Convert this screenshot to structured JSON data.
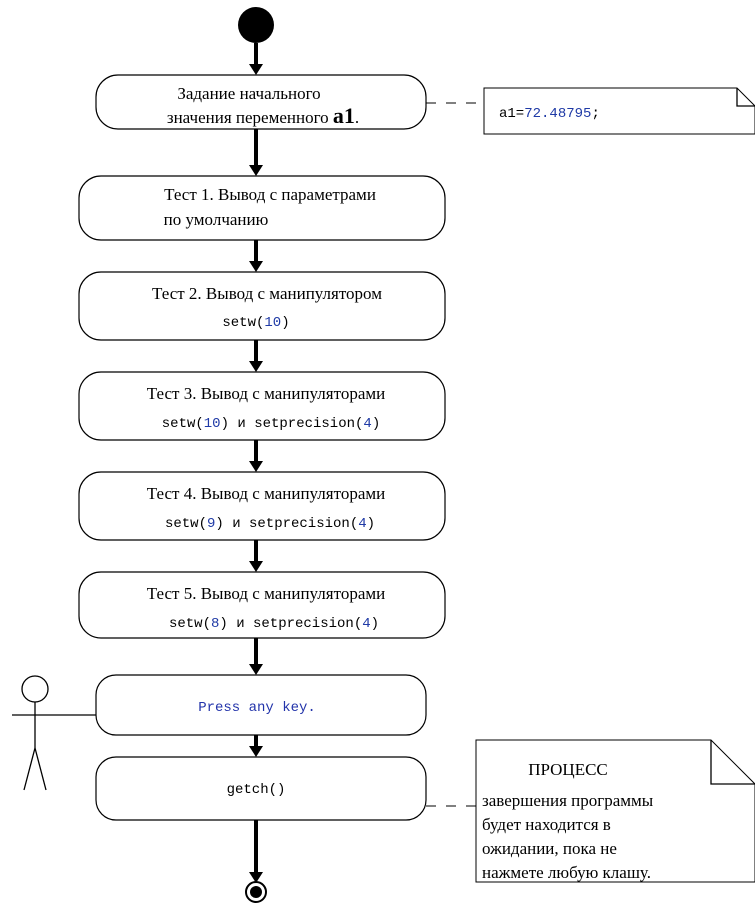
{
  "nodes": {
    "init": {
      "line1": "Задание начального",
      "line2_text": "значения переменного ",
      "line2_var": "a1",
      "line2_end": "."
    },
    "test1": {
      "line1": "Тест 1. Вывод с параметрами",
      "line2": "по умолчанию"
    },
    "test2": {
      "line1": "Тест 2. Вывод с манипулятором",
      "line2_fn": "setw(",
      "line2_num": "10",
      "line2_end": ")"
    },
    "test3": {
      "line1": "Тест 3. Вывод с манипуляторами",
      "l2_a": "setw(",
      "l2_n1": "10",
      "l2_b": ") и setprecision(",
      "l2_n2": "4",
      "l2_c": ")"
    },
    "test4": {
      "line1": "Тест 4. Вывод с манипуляторами",
      "l2_a": "setw(",
      "l2_n1": "9",
      "l2_b": ") и setprecision(",
      "l2_n2": "4",
      "l2_c": ")"
    },
    "test5": {
      "line1": "Тест 5. Вывод с манипуляторами",
      "l2_a": "setw(",
      "l2_n1": "8",
      "l2_b": ") и setprecision(",
      "l2_n2": "4",
      "l2_c": ")"
    },
    "press": {
      "text": "Press any key."
    },
    "getch": {
      "text": "getch()"
    }
  },
  "notes": {
    "a1": {
      "prefix": "a1=",
      "value": "72.48795",
      "suffix": ";"
    },
    "process": {
      "title": "ПРОЦЕСС",
      "lines": [
        "завершения программы",
        "будет находится в",
        "ожидании, пока не",
        "нажмете любую клашу."
      ]
    }
  }
}
